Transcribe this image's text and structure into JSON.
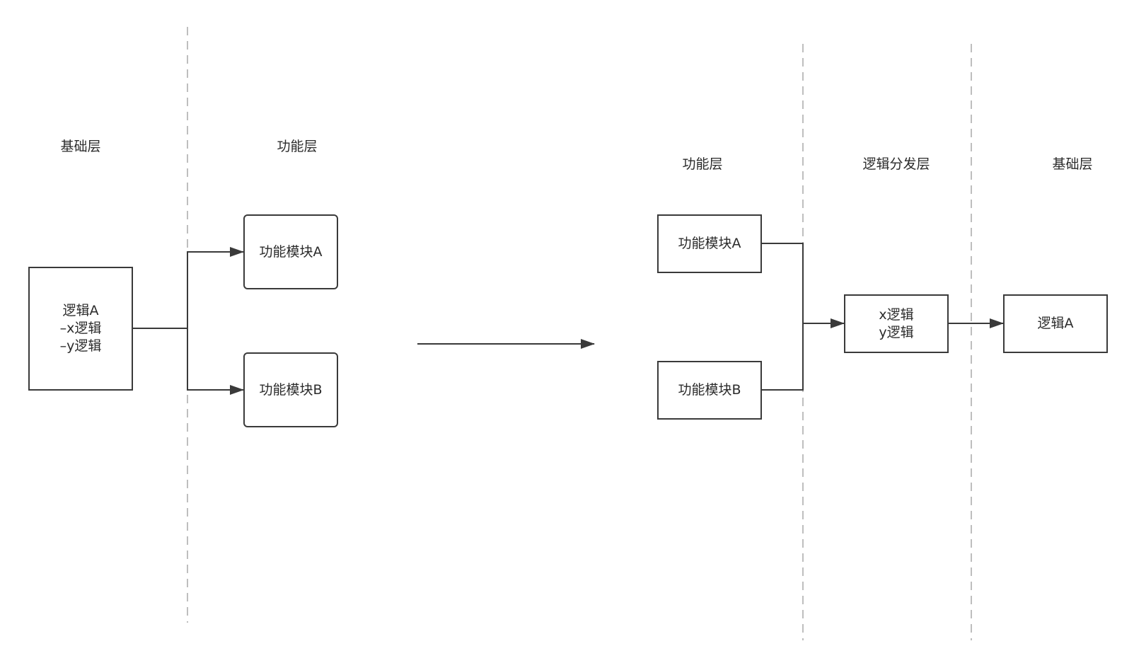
{
  "left_diagram": {
    "layers": {
      "base": "基础层",
      "function": "功能层"
    },
    "nodes": {
      "logic_a": [
        "逻辑A",
        "–x逻辑",
        "–y逻辑"
      ],
      "module_a": "功能模块A",
      "module_b": "功能模块B"
    }
  },
  "right_diagram": {
    "layers": {
      "function": "功能层",
      "dispatch": "逻辑分发层",
      "base": "基础层"
    },
    "nodes": {
      "module_a": "功能模块A",
      "module_b": "功能模块B",
      "dispatch": [
        "x逻辑",
        "y逻辑"
      ],
      "logic_a": "逻辑A"
    }
  },
  "colors": {
    "stroke": "#3a3a3a",
    "divider": "#a8a8a8",
    "text": "#2b2b2b",
    "background": "#ffffff"
  }
}
